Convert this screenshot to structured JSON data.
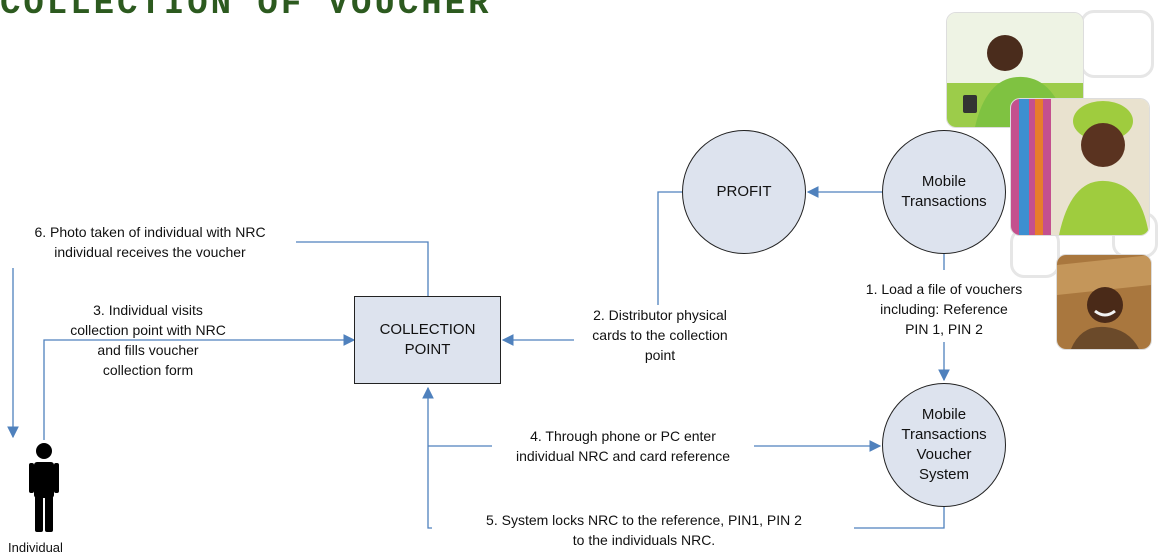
{
  "title": "COLLECTION OF VOUCHER",
  "nodes": {
    "profit": "PROFIT",
    "mobile_transactions": [
      "Mobile",
      "Transactions"
    ],
    "collection_point": [
      "COLLECTION",
      "POINT"
    ],
    "voucher_system": [
      "Mobile",
      "Transactions",
      "Voucher",
      "System"
    ]
  },
  "steps": {
    "step1": [
      "1. Load a file of vouchers",
      "including: Reference",
      "PIN 1, PIN 2"
    ],
    "step2": [
      "2. Distributor physical",
      "cards to the collection",
      "point"
    ],
    "step3": [
      "3. Individual visits",
      "collection point with NRC",
      "and fills voucher",
      "collection  form"
    ],
    "step4": [
      "4. Through phone or PC enter",
      "individual NRC and card reference"
    ],
    "step5": [
      "5. System locks NRC to the reference, PIN1, PIN 2",
      "to the individuals NRC."
    ],
    "step6": [
      "6. Photo taken of individual with NRC",
      "individual receives the voucher"
    ]
  },
  "person_label": "Individual",
  "colors": {
    "title": "#2c5a1f",
    "arrow": "#4f81bd",
    "node_fill": "#dde3ee"
  }
}
